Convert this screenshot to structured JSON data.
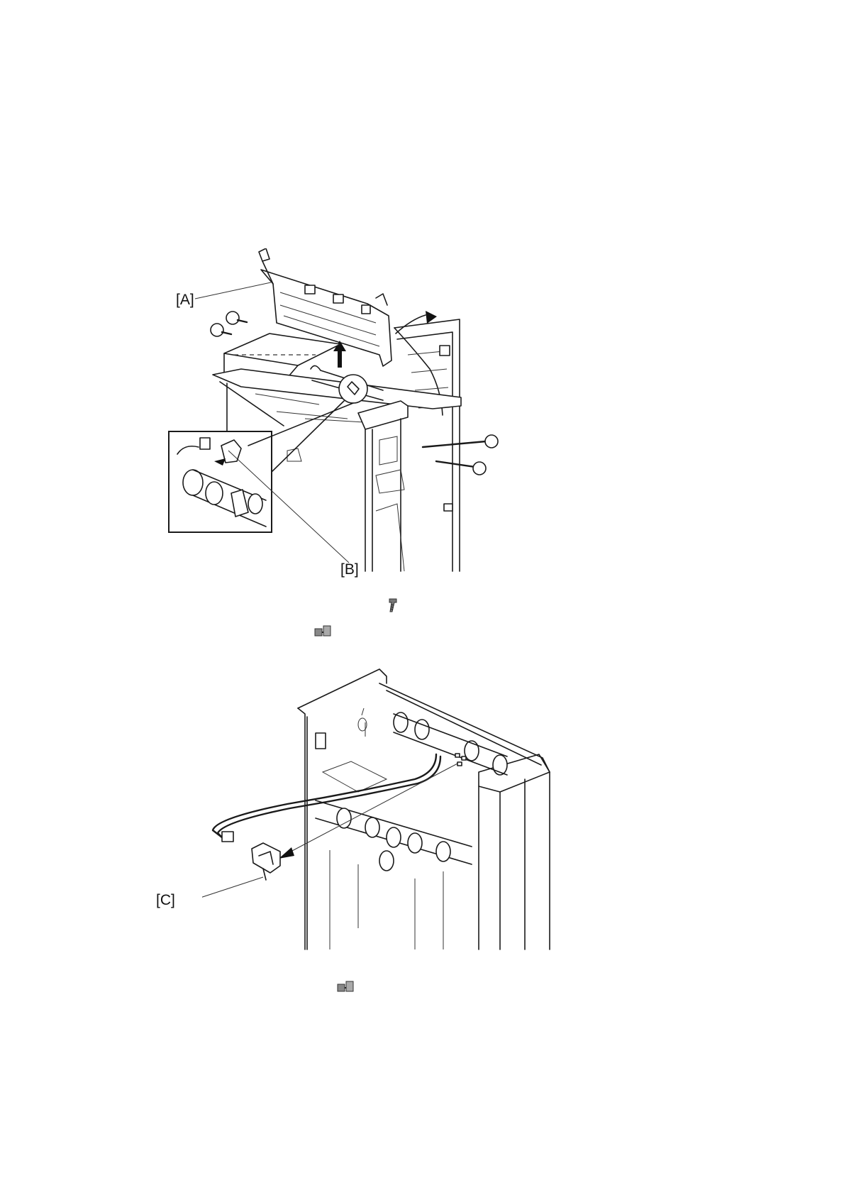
{
  "figure1": {
    "callout_a": "[A]",
    "callout_b": "[B]"
  },
  "figure2": {
    "callout_c": "[C]"
  },
  "icons": {
    "screw": "screw-icon",
    "connector_1": "connector-icon",
    "connector_2": "connector-icon"
  }
}
